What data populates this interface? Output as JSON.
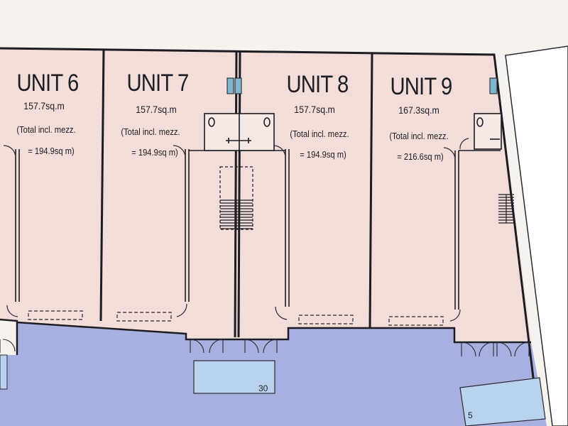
{
  "units": [
    {
      "name": "UNIT 6",
      "area": "157.7sq.m",
      "total_line1": "(Total incl. mezz.",
      "total_line2": "= 194.9sq m)"
    },
    {
      "name": "UNIT 7",
      "area": "157.7sq.m",
      "total_line1": "(Total incl. mezz.",
      "total_line2": "= 194.9sq m)"
    },
    {
      "name": "UNIT 8",
      "area": "157.7sq.m",
      "total_line1": "(Total incl. mezz.",
      "total_line2": "= 194.9sq m)"
    },
    {
      "name": "UNIT 9",
      "area": "167.3sq.m",
      "total_line1": "(Total incl. mezz.",
      "total_line2": "= 216.6sq m)"
    }
  ],
  "parking": {
    "bay_30": "30",
    "bay_5": "5"
  },
  "colors": {
    "unit_fill": "#f3ddd8",
    "yard_fill": "#a8b0e2",
    "bay_fill": "#b9d2ee",
    "wall": "#1c1c22",
    "paper": "#f6f2ee"
  }
}
